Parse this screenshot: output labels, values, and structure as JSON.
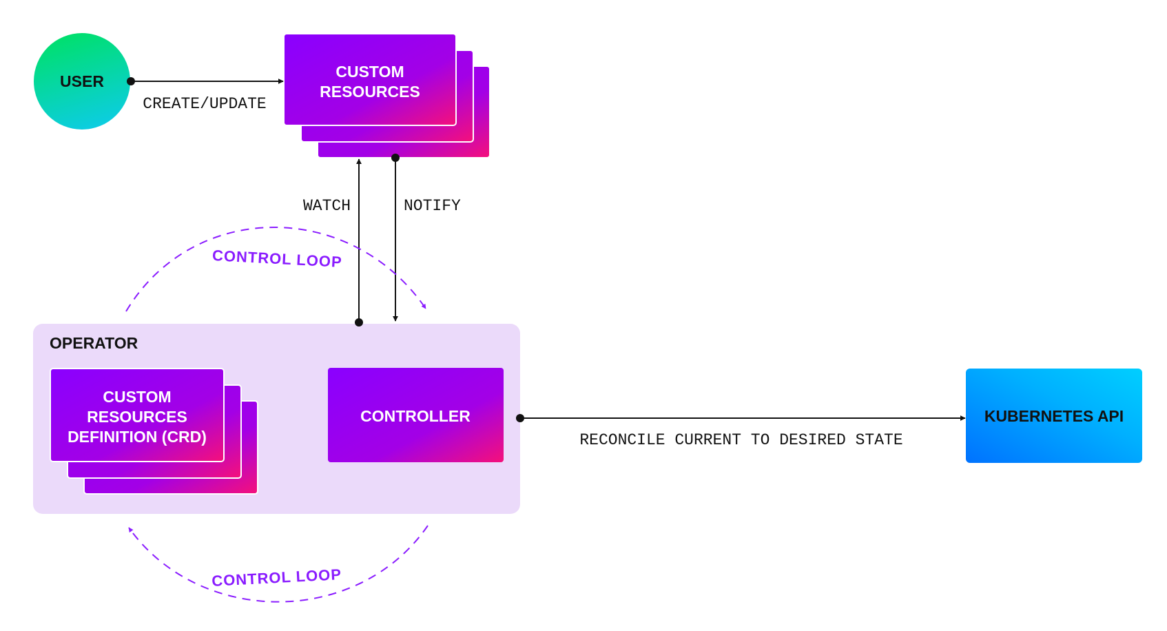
{
  "nodes": {
    "user": "USER",
    "custom_resources": [
      "CUSTOM",
      "RESOURCES"
    ],
    "operator": "OPERATOR",
    "crd": [
      "CUSTOM",
      "RESOURCES",
      "DEFINITION (CRD)"
    ],
    "controller": "CONTROLLER",
    "kubernetes_api": "KUBERNETES API"
  },
  "edges": {
    "create_update": "CREATE/UPDATE",
    "watch": "WATCH",
    "notify": "NOTIFY",
    "reconcile": "RECONCILE CURRENT TO DESIRED STATE"
  },
  "loops": {
    "top": "CONTROL LOOP",
    "bottom": "CONTROL LOOP"
  },
  "colors": {
    "purple": "#8a1cff",
    "magenta": "#f5107a",
    "operator_bg": "#ebdafa",
    "user_green": "#00e06a",
    "user_cyan": "#0ccde2",
    "k8s_blue": "#0072ff",
    "k8s_cyan": "#00cfff"
  }
}
